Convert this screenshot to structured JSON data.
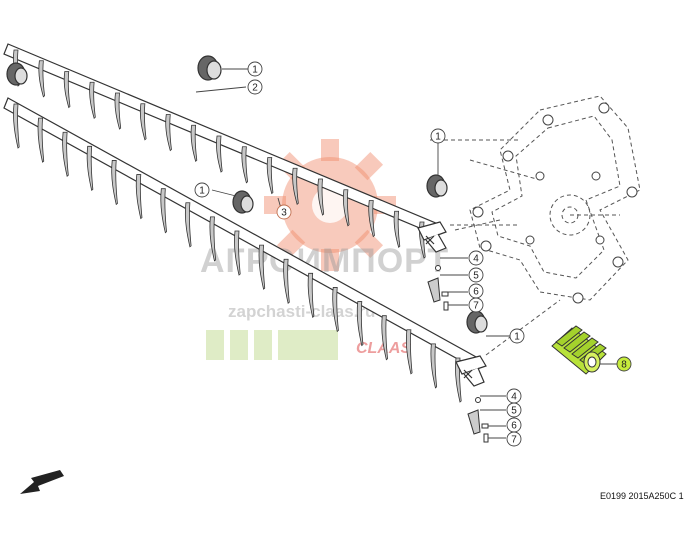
{
  "colors": {
    "line": "#333333",
    "callout_stroke": "#444444",
    "highlight_part": "#b8e23a",
    "highlight_callout": "#c6ec3c",
    "watermark_gear": "#f08a6a",
    "watermark_text": "#9a9a9a",
    "watermark_brand": "#e05050",
    "watermark_blocks": "#d8e8b8"
  },
  "watermark": {
    "line1": "АГРОИМПОРТ",
    "line2": "zapchasti-claas.ru",
    "brand": "CLAAS"
  },
  "reference_code": "E0199 2015A250C 1",
  "direction_arrow": "arrow-down-left-icon",
  "callouts": [
    {
      "id": "c1a",
      "label": "1"
    },
    {
      "id": "c2",
      "label": "2"
    },
    {
      "id": "c1b",
      "label": "1"
    },
    {
      "id": "c1c",
      "label": "1"
    },
    {
      "id": "c3",
      "label": "3"
    },
    {
      "id": "c4a",
      "label": "4"
    },
    {
      "id": "c5a",
      "label": "5"
    },
    {
      "id": "c6a",
      "label": "6"
    },
    {
      "id": "c7a",
      "label": "7"
    },
    {
      "id": "c1d",
      "label": "1"
    },
    {
      "id": "c8",
      "label": "8"
    },
    {
      "id": "c4b",
      "label": "4"
    },
    {
      "id": "c5b",
      "label": "5"
    },
    {
      "id": "c6b",
      "label": "6"
    },
    {
      "id": "c7b",
      "label": "7"
    }
  ]
}
